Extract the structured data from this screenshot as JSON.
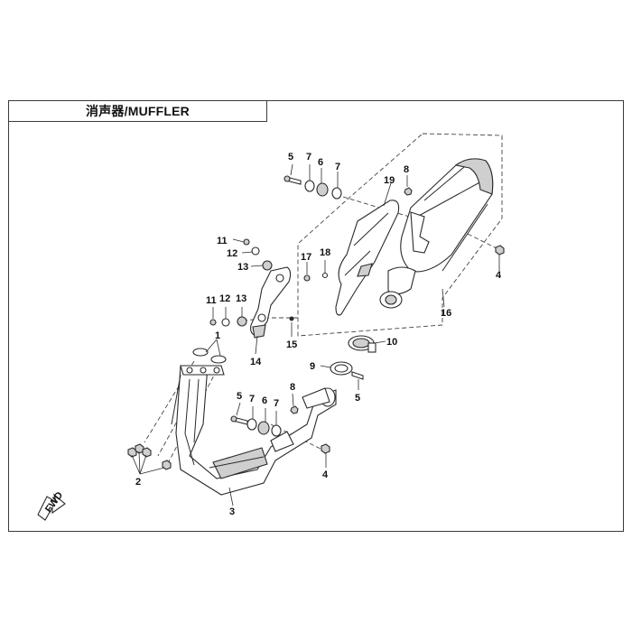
{
  "title": "消声器/MUFFLER",
  "fwd_label": "FWD",
  "callouts": [
    {
      "id": "c5a",
      "text": "5"
    },
    {
      "id": "c7a",
      "text": "7"
    },
    {
      "id": "c6a",
      "text": "6"
    },
    {
      "id": "c7b",
      "text": "7"
    },
    {
      "id": "c8a",
      "text": "8"
    },
    {
      "id": "c19",
      "text": "19"
    },
    {
      "id": "c4a",
      "text": "4"
    },
    {
      "id": "c17",
      "text": "17"
    },
    {
      "id": "c18",
      "text": "18"
    },
    {
      "id": "c11a",
      "text": "11"
    },
    {
      "id": "c12a",
      "text": "12"
    },
    {
      "id": "c13a",
      "text": "13"
    },
    {
      "id": "c11b",
      "text": "11"
    },
    {
      "id": "c12b",
      "text": "12"
    },
    {
      "id": "c13b",
      "text": "13"
    },
    {
      "id": "c16",
      "text": "16"
    },
    {
      "id": "c15",
      "text": "15"
    },
    {
      "id": "c14",
      "text": "14"
    },
    {
      "id": "c10",
      "text": "10"
    },
    {
      "id": "c1",
      "text": "1"
    },
    {
      "id": "c9",
      "text": "9"
    },
    {
      "id": "c5b",
      "text": "5"
    },
    {
      "id": "c8b",
      "text": "8"
    },
    {
      "id": "c5c",
      "text": "5"
    },
    {
      "id": "c7c",
      "text": "7"
    },
    {
      "id": "c6b",
      "text": "6"
    },
    {
      "id": "c7d",
      "text": "7"
    },
    {
      "id": "c4b",
      "text": "4"
    },
    {
      "id": "c2",
      "text": "2"
    },
    {
      "id": "c3",
      "text": "3"
    }
  ]
}
